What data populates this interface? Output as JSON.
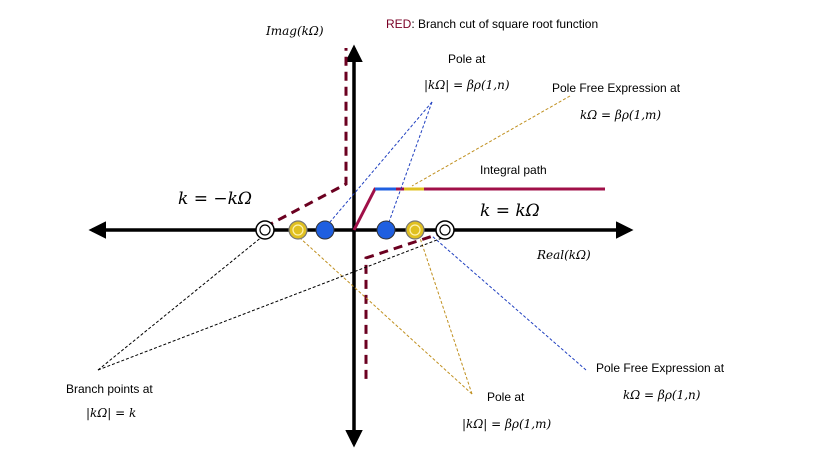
{
  "labels": {
    "imag_axis": "Imag(kΩ)",
    "real_axis": "Real(kΩ)",
    "legend_red_word": "RED",
    "legend_rest": ": Branch cut of square root function",
    "pole_top_title": "Pole at",
    "pole_top_expr": "|kΩ| = βρ(1,n)",
    "pole_free_top_title": "Pole Free Expression at",
    "pole_free_top_expr": "kΩ = βρ(1,m)",
    "integral_path": "Integral path",
    "k_neg": "k = −kΩ",
    "k_pos": "k = kΩ",
    "branch_title": "Branch points at",
    "branch_expr": "|kΩ| = k",
    "pole_bottom_title": "Pole at",
    "pole_bottom_expr": "|kΩ| = βρ(1,m)",
    "pole_free_bottom_title": "Pole Free Expression at",
    "pole_free_bottom_expr": "kΩ = βρ(1,n)"
  },
  "colors": {
    "branch_cut": "#6b0020",
    "integral_path": "#a01048",
    "pole": "#1f5fe0",
    "pole_free": "#e0c020",
    "blue_dash": "#2040c0",
    "gold_dash": "#c09020",
    "axis": "#000000"
  }
}
